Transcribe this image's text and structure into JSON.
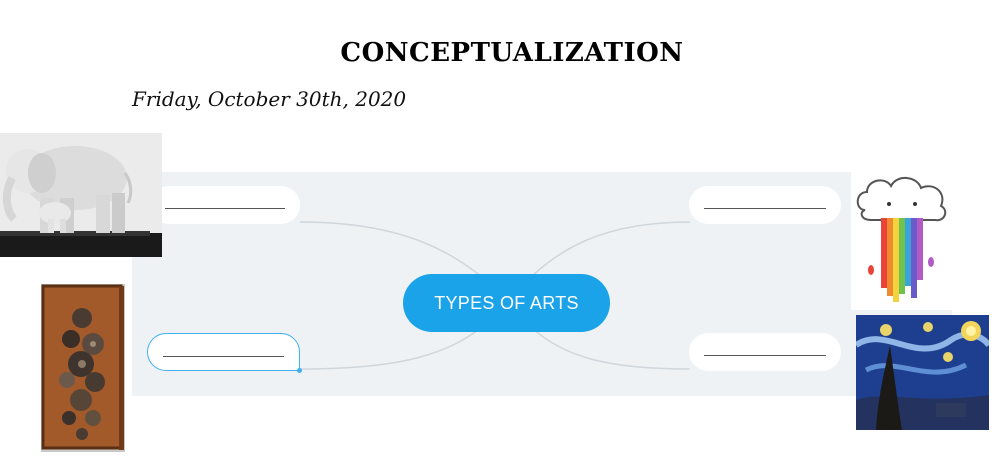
{
  "header": {
    "title": "CONCEPTUALIZATION",
    "date": "Friday, October 30th, 2020"
  },
  "mindmap": {
    "central_topic": "TYPES OF ARTS",
    "topics": [
      {
        "id": "top-left",
        "label": "____________",
        "selected": false
      },
      {
        "id": "bottom-left",
        "label": "____________",
        "selected": true
      },
      {
        "id": "top-right",
        "label": "____________",
        "selected": false
      },
      {
        "id": "bottom-right",
        "label": "____________",
        "selected": false
      }
    ]
  },
  "images": [
    {
      "name": "elephant-sculpture-image",
      "depicts": "sculpture"
    },
    {
      "name": "gear-assemblage-image",
      "depicts": "assemblage art"
    },
    {
      "name": "rainbow-cloud-image",
      "depicts": "drawing"
    },
    {
      "name": "starry-night-image",
      "depicts": "painting"
    }
  ],
  "colors": {
    "accent": "#1aa3e8",
    "canvas": "#eef2f5",
    "selection": "#42b0ef"
  }
}
